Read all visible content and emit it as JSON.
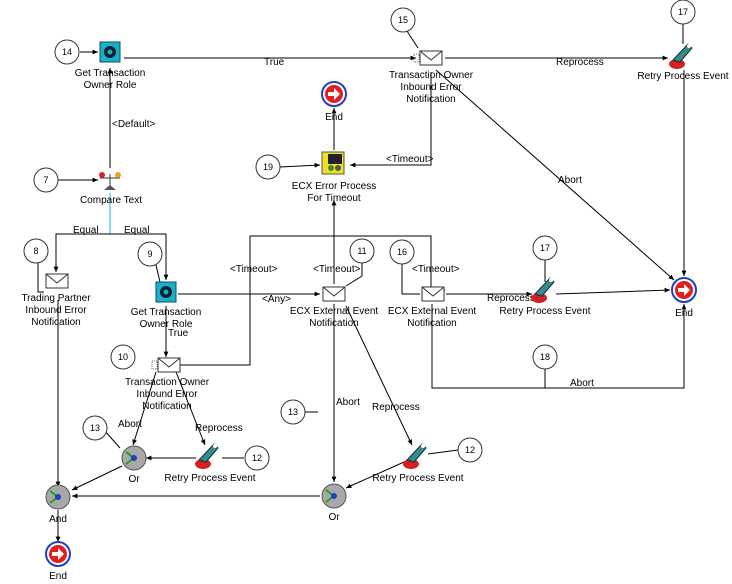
{
  "diagram": {
    "nodes": [
      {
        "id": "n14_get_role",
        "type": "function",
        "label": [
          "Get Transaction",
          "Owner Role"
        ],
        "badge": "14"
      },
      {
        "id": "n15_owner_notif",
        "type": "notification",
        "label": [
          "Transaction Owner",
          "Inbound Error",
          "Notification"
        ],
        "badge": "15"
      },
      {
        "id": "n17_retry_top",
        "type": "retry",
        "label": [
          "Retry Process Event"
        ],
        "badge": "17"
      },
      {
        "id": "end_top",
        "type": "end",
        "label": [
          "End"
        ]
      },
      {
        "id": "n19_ecx_timeout",
        "type": "process",
        "label": [
          "ECX Error Process",
          "For Timeout"
        ],
        "badge": "19"
      },
      {
        "id": "n7_compare",
        "type": "compare",
        "label": [
          "Compare Text"
        ],
        "badge": "7"
      },
      {
        "id": "n8_tp_notif",
        "type": "notification",
        "label": [
          "Trading Partner",
          "Inbound Error",
          "Notification"
        ],
        "badge": "8"
      },
      {
        "id": "n9_get_role2",
        "type": "function",
        "label": [
          "Get Transaction",
          "Owner Role"
        ],
        "badge": "9"
      },
      {
        "id": "n11_ecx_ext",
        "type": "notification",
        "label": [
          "ECX External Event",
          "Notification"
        ],
        "badge": "11"
      },
      {
        "id": "n16_ecx_ext2",
        "type": "notification",
        "label": [
          "ECX External Event",
          "Notification"
        ],
        "badge": "16"
      },
      {
        "id": "n17_retry_mid",
        "type": "retry",
        "label": [
          "Retry Process Event"
        ],
        "badge": "17"
      },
      {
        "id": "end_right",
        "type": "end",
        "label": [
          "End"
        ]
      },
      {
        "id": "n10_owner_notif2",
        "type": "notification",
        "label": [
          "Transaction Owner",
          "Inbound Error",
          "Notification"
        ],
        "badge": "10"
      },
      {
        "id": "or_left",
        "type": "or",
        "label": [
          "Or"
        ],
        "badge": "13"
      },
      {
        "id": "n12_retry_left",
        "type": "retry",
        "label": [
          "Retry Process Event"
        ],
        "badge": "12"
      },
      {
        "id": "n12_retry_right",
        "type": "retry",
        "label": [
          "Retry Process Event"
        ],
        "badge": "12"
      },
      {
        "id": "or_right",
        "type": "or",
        "label": [
          "Or"
        ],
        "badge": "13"
      },
      {
        "id": "and_node",
        "type": "and",
        "label": [
          "And"
        ]
      },
      {
        "id": "end_bottom",
        "type": "end",
        "label": [
          "End"
        ]
      },
      {
        "id": "badge18",
        "type": "badge_only",
        "label": [],
        "badge": "18"
      }
    ],
    "edge_labels": {
      "true_top": "True",
      "reprocess_top": "Reprocess",
      "default": "<Default>",
      "timeout_19": "<Timeout>",
      "abort_diag": "Abort",
      "equal_left": "Equal",
      "equal_right": "Equal",
      "timeout_left": "<Timeout>",
      "timeout_mid": "<Timeout>",
      "timeout_right": "<Timeout>",
      "any": "<Any>",
      "reprocess_mid": "Reprocess",
      "true_9": "True",
      "abort_18": "Abort",
      "abort_left": "Abort",
      "reprocess_left": "Reprocess",
      "abort_mid": "Abort",
      "reprocess_right": "Reprocess"
    },
    "colors": {
      "function_bg": "#1ab0c8",
      "end_red": "#e02020",
      "end_ring": "#2040c0",
      "or_gray": "#a8a8a8",
      "or_green": "#2a9a2a",
      "retry_red": "#d42020",
      "retry_teal": "#3a8a8a",
      "process_yellow": "#f0e020",
      "compare_link": "#37c8e8"
    }
  }
}
